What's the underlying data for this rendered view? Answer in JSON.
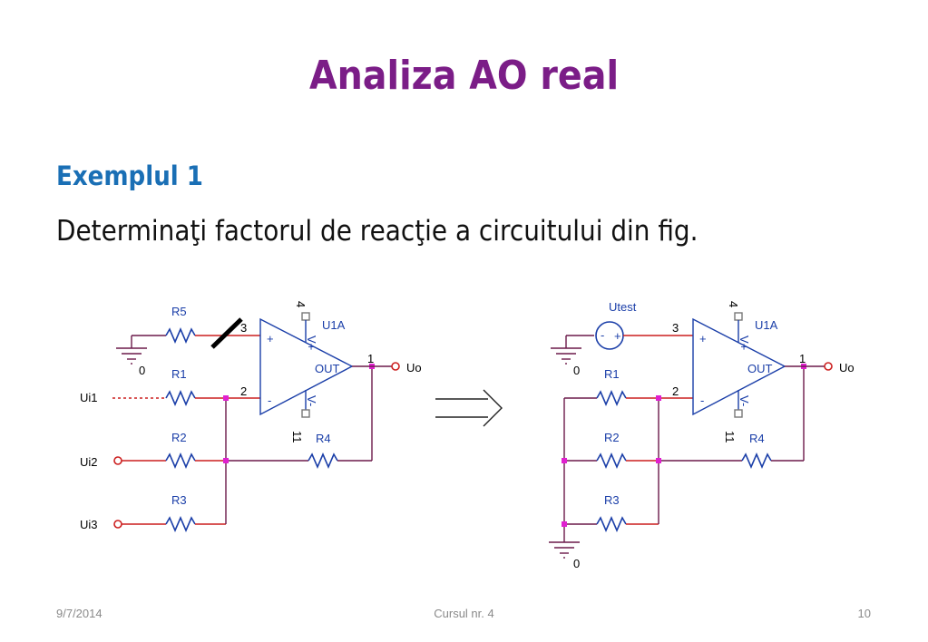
{
  "slide": {
    "title": "Analiza AO real",
    "subtitle": "Exemplul 1",
    "body": "Determinaţi factorul de reacţie a circuitului din fig."
  },
  "circuit_left": {
    "components": {
      "r5": "R5",
      "r1": "R1",
      "r2": "R2",
      "r3": "R3",
      "r4": "R4",
      "opamp": "U1A"
    },
    "inputs": {
      "ui1": "Ui1",
      "ui2": "Ui2",
      "ui3": "Ui3"
    },
    "output": "Uo",
    "ground": "0",
    "pins": {
      "p3": "3",
      "p2": "2",
      "p1": "1",
      "p4": "4",
      "p11": "11",
      "plus": "+",
      "minus": "-",
      "out": "OUT"
    }
  },
  "circuit_right": {
    "components": {
      "source": "Utest",
      "r1": "R1",
      "r2": "R2",
      "r3": "R3",
      "r4": "R4",
      "opamp": "U1A"
    },
    "output": "Uo",
    "ground_top": "0",
    "ground_bottom": "0",
    "pins": {
      "p3": "3",
      "p2": "2",
      "p1": "1",
      "p4": "4",
      "p11": "11",
      "plus": "+",
      "minus": "-",
      "out": "OUT"
    },
    "source_polarity": {
      "minus": "-",
      "plus": "+"
    }
  },
  "footer": {
    "date": "9/7/2014",
    "center": "Cursul nr. 4",
    "page": "10"
  },
  "colors": {
    "title": "#7b1d87",
    "subtitle": "#1a6fb5",
    "wire": "#6b1a4a",
    "lead": "#cc1f1f",
    "component": "#1a3ea8",
    "junction": "#e020d0"
  }
}
